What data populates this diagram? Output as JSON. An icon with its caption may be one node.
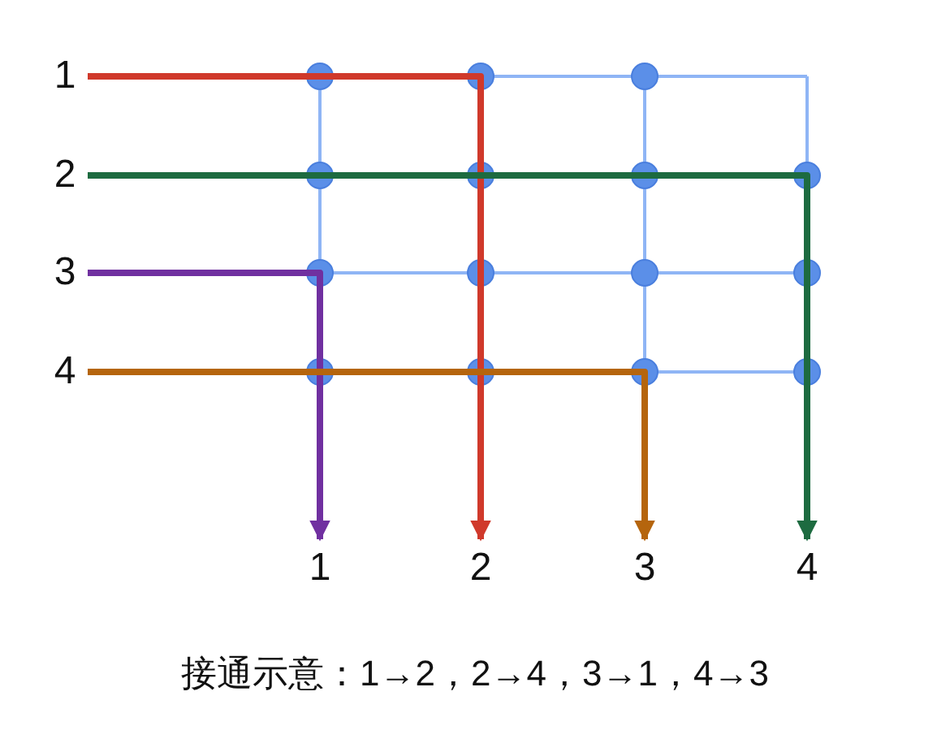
{
  "diagram": {
    "caption": "接通示意：1→2，2→4，3→1，4→3",
    "nodes": [
      {
        "text": [
          "1"
        ]
      },
      {
        "text": [
          "2"
        ]
      },
      {
        "text": [
          "3"
        ]
      },
      {
        "text": [
          "4"
        ]
      },
      {
        "text": [
          "1"
        ]
      },
      {
        "text": [
          "2"
        ]
      },
      {
        "text": [
          "3"
        ]
      },
      {
        "text": [
          "4"
        ]
      }
    ],
    "edges": [
      {
        "from": 0,
        "to": 5,
        "arrow": "to",
        "color": "#d0392b"
      },
      {
        "from": 1,
        "to": 7,
        "arrow": "to",
        "color": "#1d6b40"
      },
      {
        "from": 2,
        "to": 4,
        "arrow": "to",
        "color": "#7030a0"
      },
      {
        "from": 3,
        "to": 6,
        "arrow": "to",
        "color": "#b5650d"
      }
    ]
  }
}
